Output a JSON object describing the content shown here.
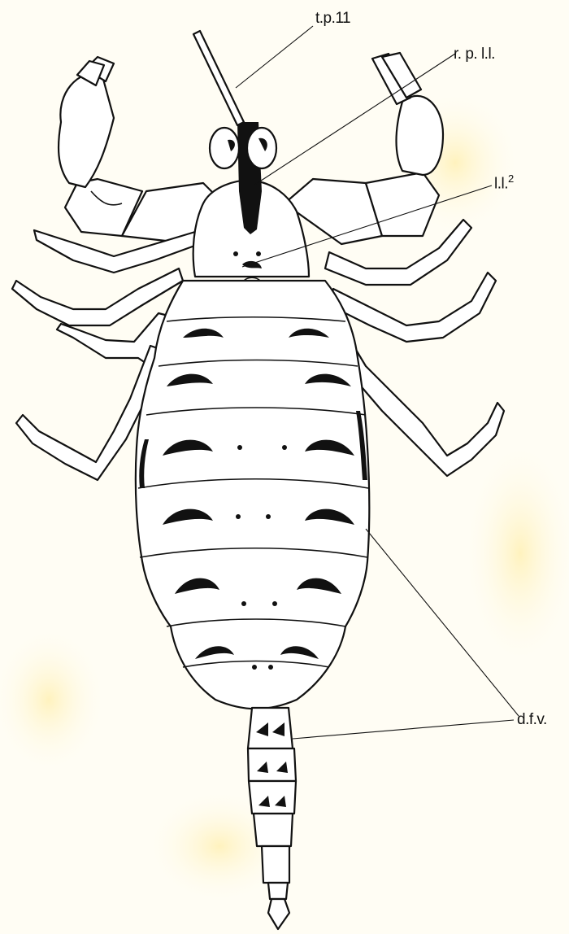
{
  "labels": {
    "telson_pedipalp": "t.p.11",
    "rostrum": "r. p. l.l.",
    "leg_base": "l.l.",
    "leg_base_sup": "2",
    "dorsal_furrows": "d.f.v."
  },
  "colors": {
    "ink": "#111111",
    "paper": "#fffdf4",
    "stain": "#fff4c8"
  }
}
